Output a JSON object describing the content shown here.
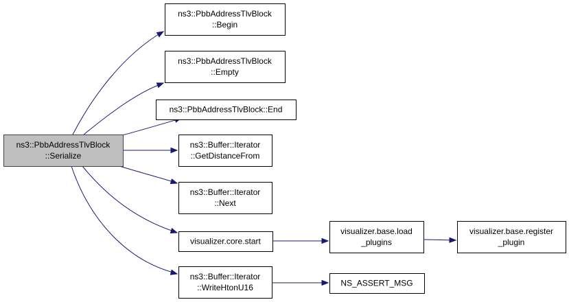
{
  "diagram": {
    "type": "call-graph",
    "nodes": [
      {
        "id": "serialize",
        "lines": [
          "ns3::PbbAddressTlvBlock",
          "::Serialize"
        ],
        "root": true
      },
      {
        "id": "begin",
        "lines": [
          "ns3::PbbAddressTlvBlock",
          "::Begin"
        ]
      },
      {
        "id": "empty",
        "lines": [
          "ns3::PbbAddressTlvBlock",
          "::Empty"
        ]
      },
      {
        "id": "end",
        "lines": [
          "ns3::PbbAddressTlvBlock::End"
        ]
      },
      {
        "id": "getdistancefrom",
        "lines": [
          "ns3::Buffer::Iterator",
          "::GetDistanceFrom"
        ]
      },
      {
        "id": "next",
        "lines": [
          "ns3::Buffer::Iterator",
          "::Next"
        ]
      },
      {
        "id": "core-start",
        "lines": [
          "visualizer.core.start"
        ]
      },
      {
        "id": "load-plugins",
        "lines": [
          "visualizer.base.load",
          "_plugins"
        ]
      },
      {
        "id": "register-plugin",
        "lines": [
          "visualizer.base.register",
          "_plugin"
        ]
      },
      {
        "id": "writehtonu16",
        "lines": [
          "ns3::Buffer::Iterator",
          "::WriteHtonU16"
        ]
      },
      {
        "id": "ns-assert-msg",
        "lines": [
          "NS_ASSERT_MSG"
        ]
      }
    ],
    "edges": [
      {
        "from": "serialize",
        "to": "begin"
      },
      {
        "from": "serialize",
        "to": "empty"
      },
      {
        "from": "serialize",
        "to": "end"
      },
      {
        "from": "serialize",
        "to": "getdistancefrom"
      },
      {
        "from": "serialize",
        "to": "next"
      },
      {
        "from": "serialize",
        "to": "core-start"
      },
      {
        "from": "serialize",
        "to": "writehtonu16"
      },
      {
        "from": "core-start",
        "to": "load-plugins"
      },
      {
        "from": "load-plugins",
        "to": "register-plugin"
      },
      {
        "from": "writehtonu16",
        "to": "ns-assert-msg"
      }
    ],
    "colors": {
      "edge": "#191970",
      "root_fill": "#bfbfbf",
      "node_fill": "#ffffff",
      "node_border": "#000000"
    }
  }
}
